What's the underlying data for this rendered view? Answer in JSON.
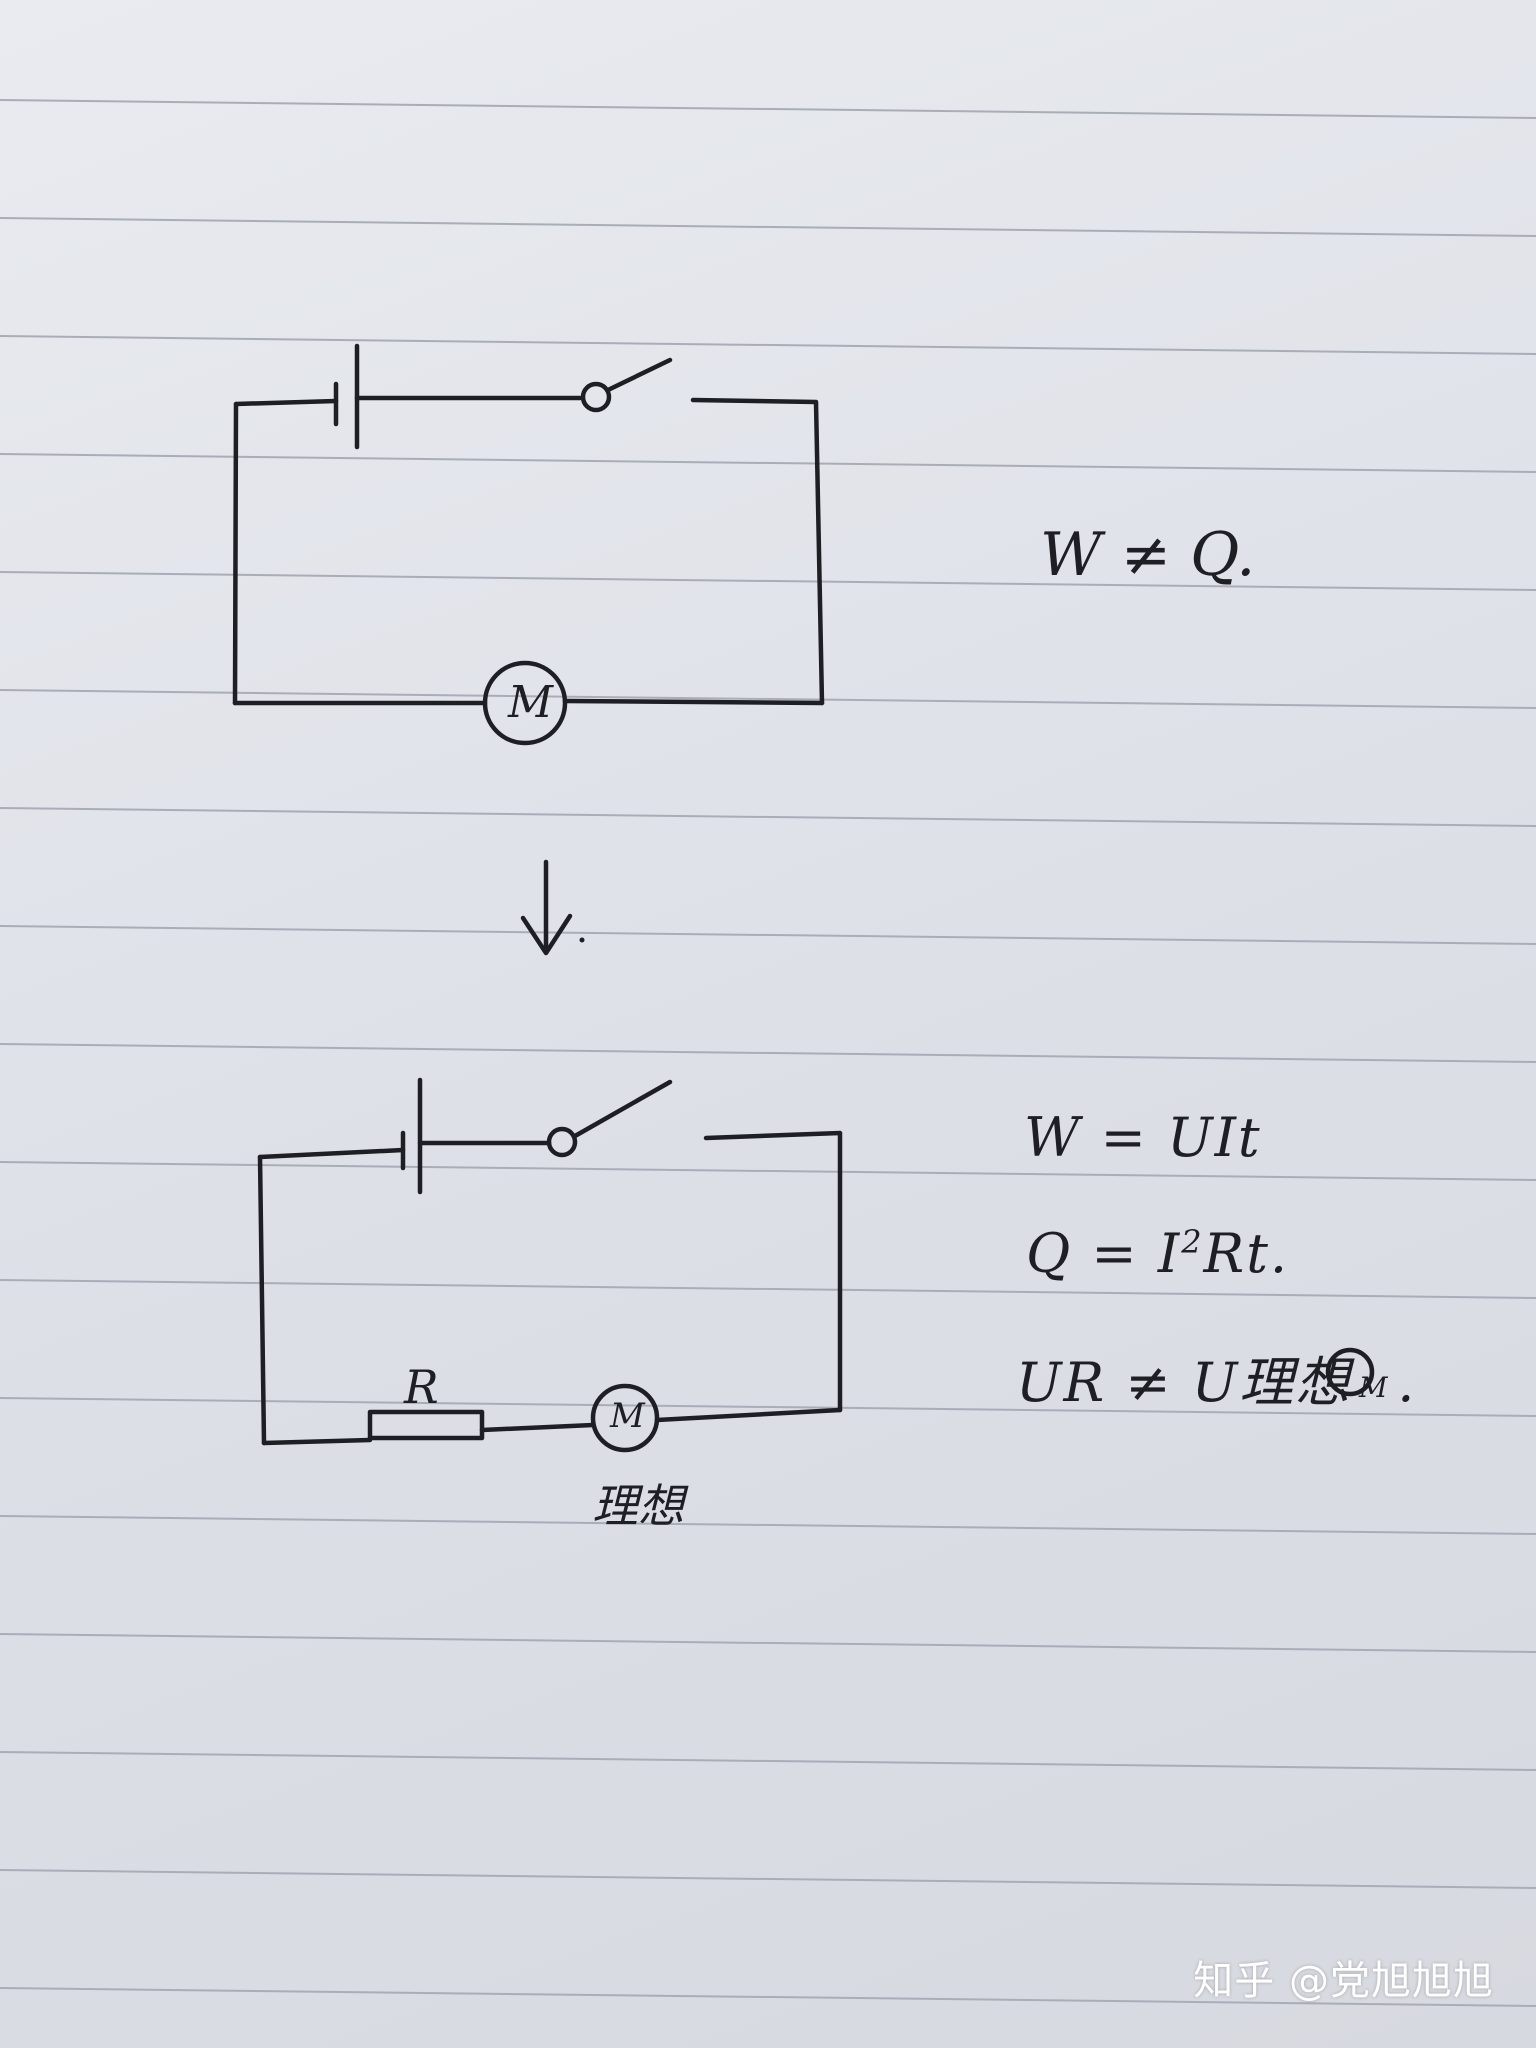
{
  "top_circuit": {
    "motor_label": "M",
    "equation": "W ≠ Q."
  },
  "arrow": "↓.",
  "bottom_circuit": {
    "resistor_label": "R",
    "motor_label": "M",
    "motor_note": "理想"
  },
  "equations": {
    "line1": "W = UIt",
    "line2_prefix": "Q = I",
    "line2_sup": "2",
    "line2_suffix": "Rt.",
    "line3": "UR ≠ U理想",
    "line3_motor": "M",
    "line3_end": "."
  },
  "watermark": "知乎 @党旭旭旭",
  "colors": {
    "paper": "#e2e4ea",
    "rule_line": "#a9adb8",
    "ink": "#1d1f24"
  }
}
